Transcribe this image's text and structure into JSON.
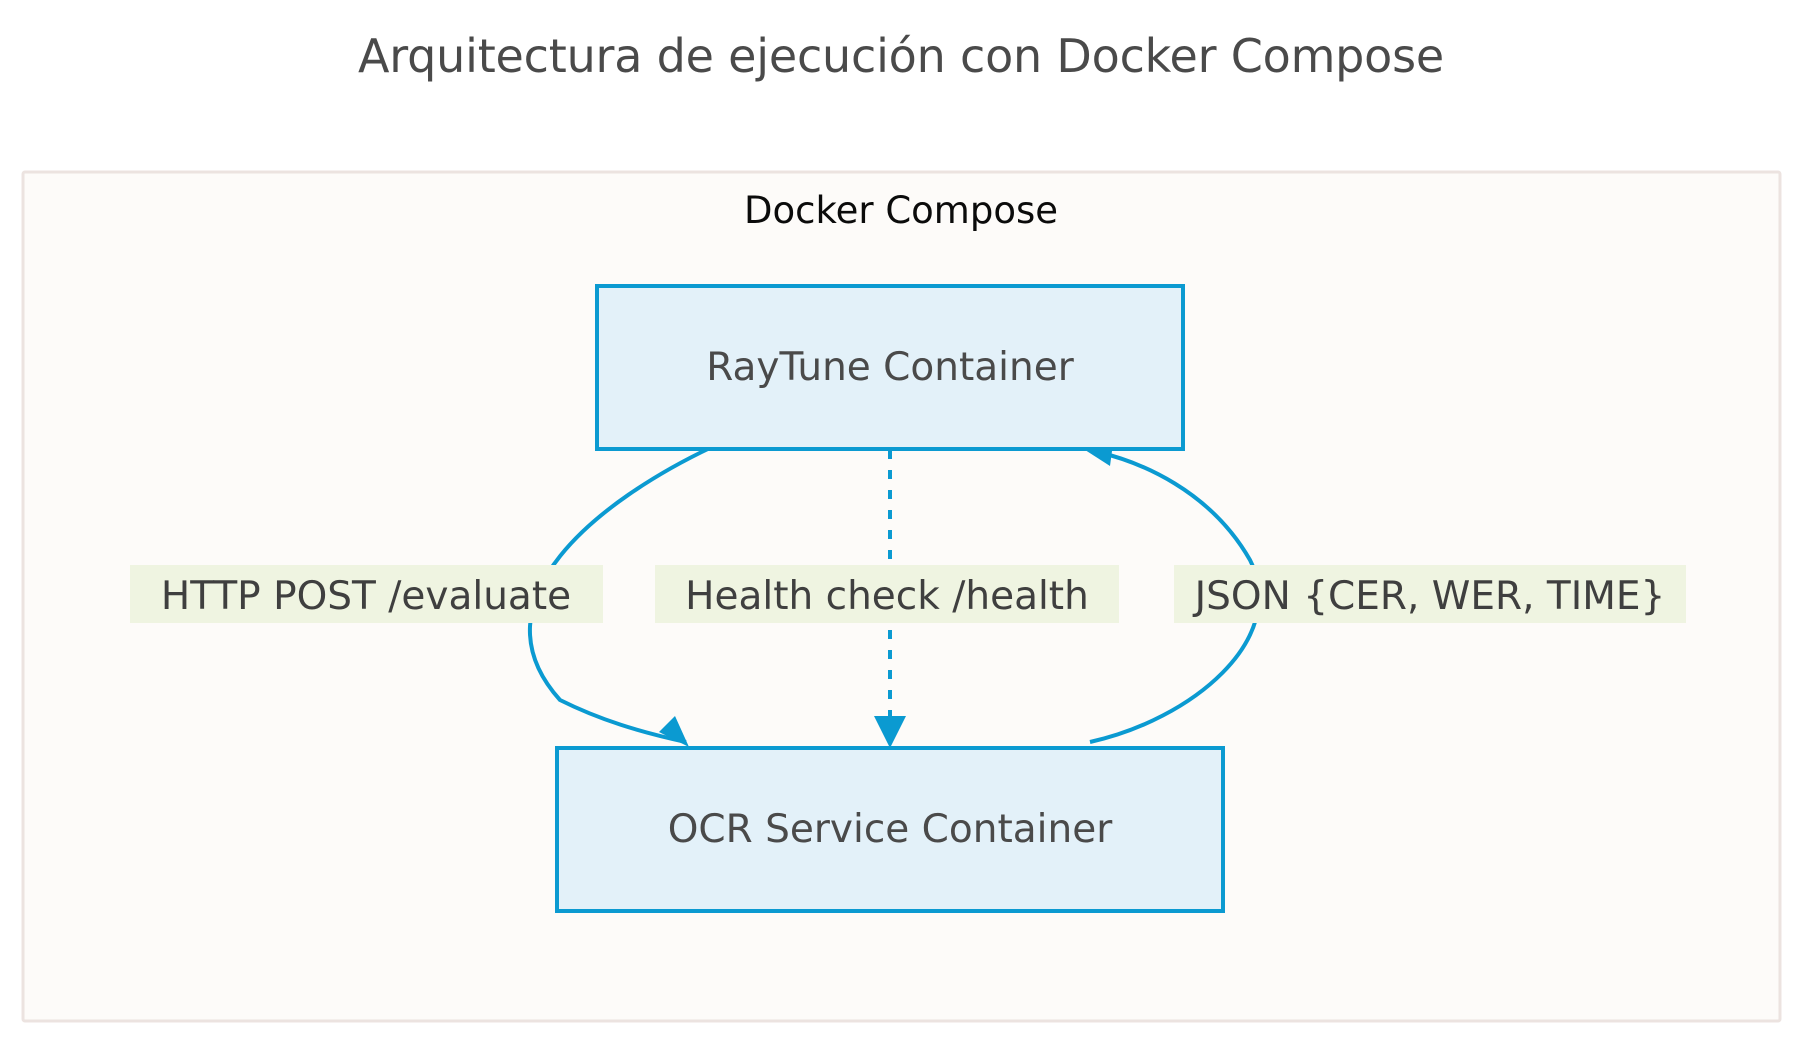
{
  "page": {
    "title": "Arquitectura de ejecución con Docker Compose",
    "background_color": "#ffffff"
  },
  "diagram": {
    "type": "flowchart",
    "direction": "top-down",
    "cluster": {
      "label": "Docker Compose",
      "fill_color": "#fdfbf9",
      "border_color": "#ece3e0"
    },
    "nodes": [
      {
        "id": "raytune",
        "label": "RayTune Container",
        "fill_color": "#e3f1f9",
        "border_color": "#0b9ad1"
      },
      {
        "id": "ocr",
        "label": "OCR Service Container",
        "fill_color": "#e3f1f9",
        "border_color": "#0b9ad1"
      }
    ],
    "edges": [
      {
        "id": "edge-post-evaluate",
        "from": "raytune",
        "to": "ocr",
        "label": "HTTP POST /evaluate",
        "style": "solid",
        "arrow": "to",
        "color": "#0b9ad1",
        "label_bg": "#eff4e1"
      },
      {
        "id": "edge-health-check",
        "from": "raytune",
        "to": "ocr",
        "label": "Health check /health",
        "style": "dotted",
        "arrow": "to",
        "color": "#0b9ad1",
        "label_bg": "#eff4e1"
      },
      {
        "id": "edge-json-metrics",
        "from": "ocr",
        "to": "raytune",
        "label": "JSON {CER, WER, TIME}",
        "style": "solid",
        "arrow": "to",
        "color": "#0b9ad1",
        "label_bg": "#eff4e1"
      }
    ]
  }
}
